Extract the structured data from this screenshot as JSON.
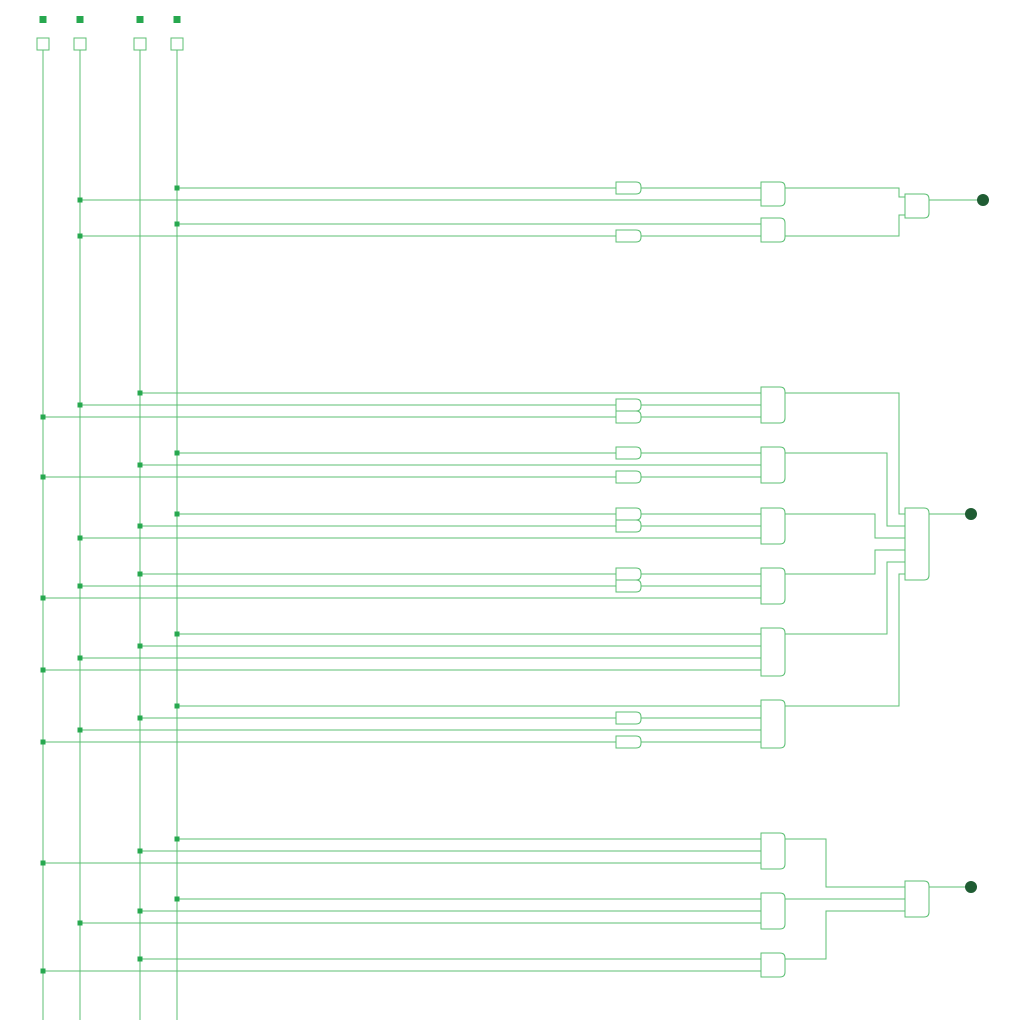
{
  "diagram": {
    "kind": "logic-circuit",
    "colors": {
      "wire": "#5cbf73",
      "pin": "#27a84f",
      "output": "#1f5c33",
      "background": "#ffffff"
    },
    "inputs": [
      {
        "id": "in0"
      },
      {
        "id": "in1"
      },
      {
        "id": "in2"
      },
      {
        "id": "in3"
      }
    ],
    "outputs": [
      {
        "id": "out0"
      },
      {
        "id": "out1"
      },
      {
        "id": "out2"
      }
    ]
  }
}
